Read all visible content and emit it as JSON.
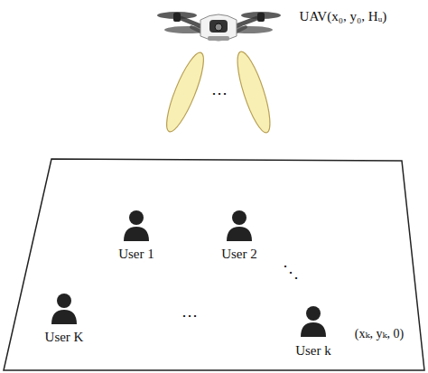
{
  "diagram": {
    "labels": [
      "UAV(x₀, y₀, Hᵤ)",
      "⋯",
      "User 1",
      "User 2",
      "⋱",
      "User K",
      "⋯",
      "User k",
      "(xₖ, yₖ, 0)"
    ]
  }
}
